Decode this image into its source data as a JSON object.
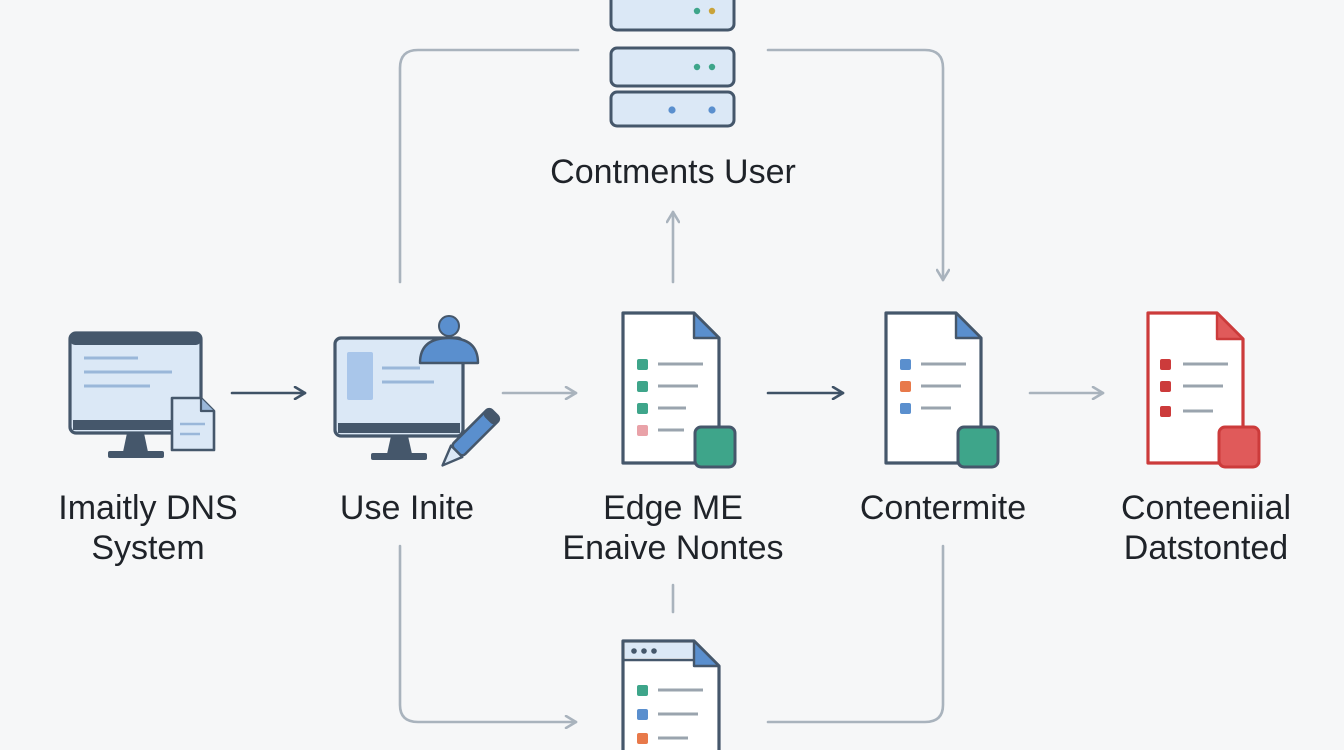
{
  "nodes": {
    "top_server": {
      "label": "Contments User"
    },
    "dns_system": {
      "line1": "Imaitly DNS",
      "line2": "System"
    },
    "use_inite": {
      "label": "Use Inite"
    },
    "edge_me": {
      "line1": "Edge ME",
      "line2": "Enaive Nontes"
    },
    "contermite": {
      "label": "Contermite"
    },
    "conteenial": {
      "line1": "Conteeniial",
      "line2": "Datstonted"
    }
  },
  "colors": {
    "background": "#f6f7f8",
    "line": "#a9b3bd",
    "dark_line": "#3f5266",
    "outline": "#45576b",
    "blue_fill": "#dbe8f6",
    "blue_accent": "#5a8fce",
    "green": "#3ea58a",
    "green_dark": "#2f8a72",
    "orange": "#e8794a",
    "red": "#cc3b3b",
    "red_fill": "#e05a5a",
    "pink": "#e9a2a8",
    "grey_line": "#9aa4ae"
  },
  "icons": {
    "top_server": "server-stack-icon",
    "dns_system": "monitor-with-document-icon",
    "use_inite": "monitor-with-user-and-pen-icon",
    "edge_me": "document-with-green-badge-icon",
    "contermite": "document-with-green-badge-icon",
    "conteenial": "red-document-icon",
    "bottom_doc": "browser-document-icon"
  }
}
